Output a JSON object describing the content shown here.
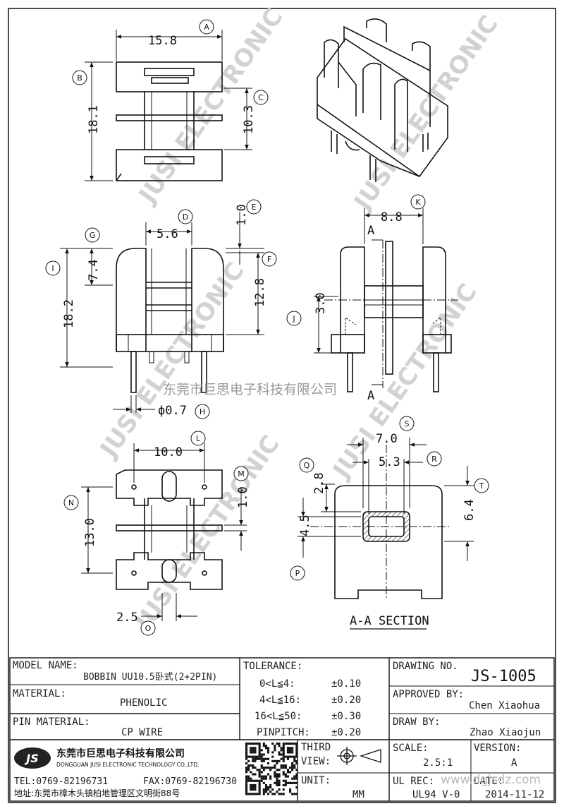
{
  "dims": {
    "a": "15.8",
    "b": "18.1",
    "c": "10.3",
    "d": "5.6",
    "e": "1.0",
    "g": "7.4",
    "i": "18.2",
    "f": "12.8",
    "h": "ϕ0.7",
    "k": "8.8",
    "j": "3.0",
    "l": "10.0",
    "m": "1.0",
    "n": "13.0",
    "o": "2.5",
    "s": "7.0",
    "r": "5.3",
    "q": "2.8",
    "t": "6.4",
    "p": "4.5"
  },
  "callouts": [
    "A",
    "B",
    "C",
    "D",
    "E",
    "F",
    "G",
    "H",
    "I",
    "J",
    "K",
    "L",
    "M",
    "N",
    "O",
    "P",
    "Q",
    "R",
    "S",
    "T"
  ],
  "section_marker": "A",
  "section_title": "A-A SECTION",
  "watermark_text": "东莞市巨思电子科技有限公司",
  "watermark_brand": "JUSI ELECTRONIC",
  "title_block": {
    "model_name_label": "MODEL NAME:",
    "model_name": "BOBBIN UU10.5卧式(2+2PIN)",
    "tolerance_label": "TOLERANCE:",
    "tolerances": [
      {
        "range": "0<L≦4:",
        "value": "±0.10"
      },
      {
        "range": "4<L≦16:",
        "value": "±0.20"
      },
      {
        "range": "16<L≦50:",
        "value": "±0.30"
      },
      {
        "range": "PINPITCH:",
        "value": "±0.20"
      }
    ],
    "drawing_no_label": "DRAWING NO.",
    "drawing_no": "JS-1005",
    "material_label": "MATERIAL:",
    "material": "PHENOLIC",
    "approved_label": "APPROVED BY:",
    "approved": "Chen Xiaohua",
    "pin_material_label": "PIN MATERIAL:",
    "pin_material": "CP WIRE",
    "draw_by_label": "DRAW BY:",
    "draw_by": "Zhao Xiaojun",
    "logo": "JS",
    "company_cn": "东莞市巨思电子科技有限公司",
    "company_en": "DONGGUAN JUSI ELECTRONIC TECHNOLOGY CO.,LTD.",
    "tel": "TEL:0769-82196731",
    "fax": "FAX:0769-82196730",
    "address": "地址:东莞市樟木头镇柏地管理区文明街88号",
    "third_label": "THIRD",
    "view_label": "VIEW:",
    "unit_label": "UNIT:",
    "unit": "MM",
    "scale_label": "SCALE:",
    "scale": "2.5:1",
    "version_label": "VERSION:",
    "version": "A",
    "ul_label": "UL REC:",
    "ul": "UL94 V-0",
    "date_label": "DATE:",
    "date": "2014-11-12",
    "site": "www.dgjsdz.com"
  }
}
